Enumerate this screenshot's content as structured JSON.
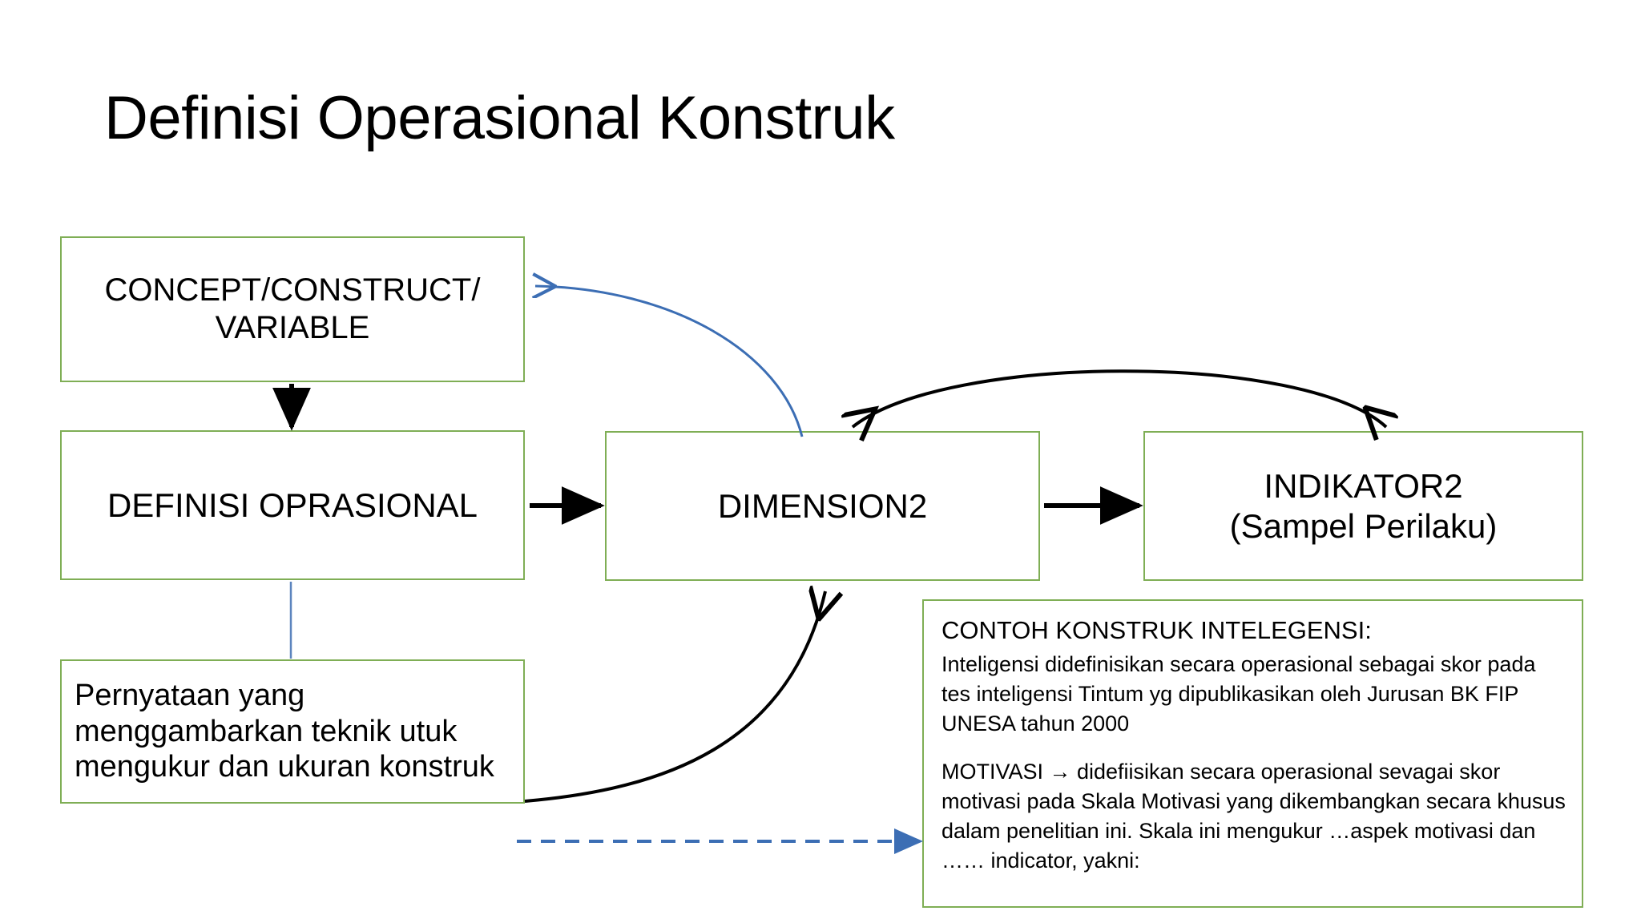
{
  "slide": {
    "title": "Definisi Operasional Konstruk",
    "background_color": "#FFFFFF",
    "box_border_color": "#7FAE55",
    "arrow_black_color": "#000000",
    "arrow_blue_color": "#3C6EB4"
  },
  "boxes": {
    "concept": {
      "line1": "CONCEPT/CONSTRUCT/",
      "line2": "VARIABLE"
    },
    "definisi": {
      "line1": "DEFINISI OPRASIONAL"
    },
    "dimension": {
      "line1": "DIMENSION2"
    },
    "indikator": {
      "line1": "INDIKATOR2",
      "line2": "(Sampel Perilaku)"
    },
    "pernyataan": {
      "line1": "Pernyataan yang",
      "line2": "menggambarkan teknik utuk",
      "line3": "mengukur dan ukuran konstruk"
    },
    "contoh": {
      "heading": "CONTOH KONSTRUK INTELEGENSI:",
      "paragraph1": "Inteligensi didefinisikan secara operasional sebagai skor pada tes inteligensi Tintum yg dipublikasikan oleh Jurusan BK FIP UNESA tahun 2000",
      "paragraph2": "MOTIVASI → didefiisikan secara operasional sevagai skor motivasi pada Skala Motivasi yang dikembangkan secara khusus dalam penelitian ini. Skala ini mengukur …aspek motivasi dan …… indicator, yakni:"
    }
  },
  "connectors": [
    {
      "name": "concept-to-definisi",
      "from": "concept",
      "to": "definisi",
      "style": "solid",
      "color": "#000000",
      "heads": "end"
    },
    {
      "name": "definisi-to-dimension",
      "from": "definisi",
      "to": "dimension",
      "style": "solid",
      "color": "#000000",
      "heads": "end"
    },
    {
      "name": "dimension-to-indikator",
      "from": "dimension",
      "to": "indikator",
      "style": "solid",
      "color": "#000000",
      "heads": "end"
    },
    {
      "name": "dimension-to-concept-curve",
      "from": "dimension",
      "to": "concept",
      "style": "curved",
      "color": "#3C6EB4",
      "heads": "end"
    },
    {
      "name": "dimension-indikator-double-curve",
      "from": "indikator",
      "to": "dimension",
      "style": "curved",
      "color": "#000000",
      "heads": "both"
    },
    {
      "name": "definisi-to-pernyataan-line",
      "from": "definisi",
      "to": "pernyataan",
      "style": "solid-thin",
      "color": "#3C6EB4",
      "heads": "none"
    },
    {
      "name": "pernyataan-to-dimension-curve",
      "from": "pernyataan",
      "to": "dimension",
      "style": "curved",
      "color": "#000000",
      "heads": "end"
    },
    {
      "name": "pernyataan-to-contoh-dashed",
      "from": "pernyataan",
      "to": "contoh",
      "style": "dashed",
      "color": "#3C6EB4",
      "heads": "end"
    }
  ]
}
